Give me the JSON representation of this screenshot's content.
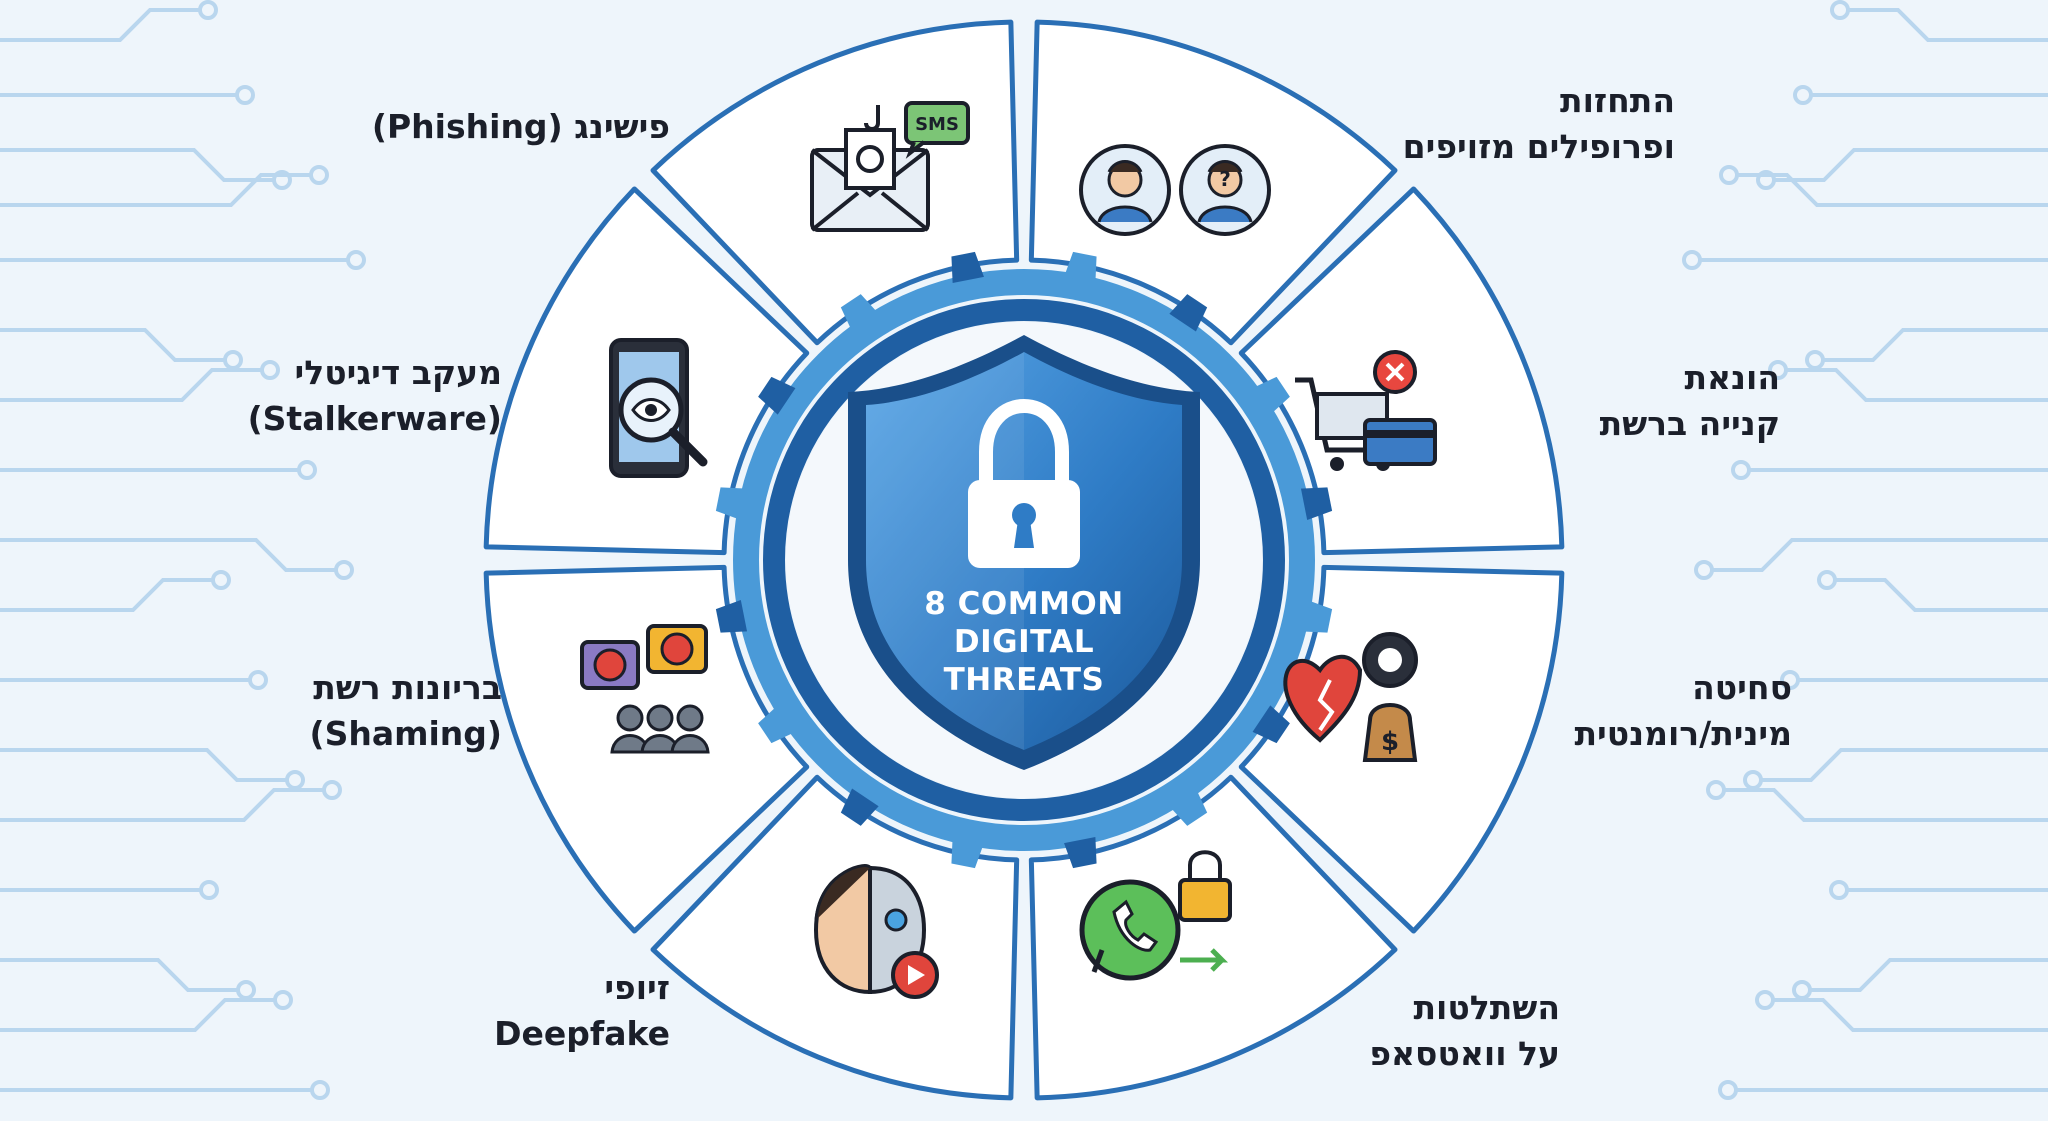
{
  "center": {
    "title_lines": [
      "8 COMMON",
      "DIGITAL",
      "THREATS"
    ]
  },
  "threats": [
    {
      "id": "phishing",
      "label_lines": [
        "פישינג (Phishing)"
      ],
      "icon": "envelope-hook-sms-icon",
      "sms_text": "SMS"
    },
    {
      "id": "impersonation",
      "label_lines": [
        "התחזות",
        "ופרופילים מזויפים"
      ],
      "icon": "fake-profiles-icon"
    },
    {
      "id": "shopping-fraud",
      "label_lines": [
        "הונאת",
        "קנייה ברשת"
      ],
      "icon": "shopping-cart-card-icon"
    },
    {
      "id": "sextortion",
      "label_lines": [
        "סחיטה",
        "מינית/רומנטית"
      ],
      "icon": "broken-heart-money-icon"
    },
    {
      "id": "whatsapp-takeover",
      "label_lines": [
        "השתלטות",
        "על וואטסאפ"
      ],
      "icon": "whatsapp-lock-icon"
    },
    {
      "id": "deepfake",
      "label_lines": [
        "זיופי",
        "Deepfake"
      ],
      "icon": "human-robot-face-icon"
    },
    {
      "id": "shaming",
      "label_lines": [
        "בריונות רשת",
        "(Shaming)"
      ],
      "icon": "angry-chat-people-icon"
    },
    {
      "id": "stalkerware",
      "label_lines": [
        "מעקב דיגיטלי",
        "(Stalkerware)"
      ],
      "icon": "phone-eye-magnifier-icon"
    }
  ],
  "colors": {
    "background": "#eef5fb",
    "ring_dark": "#1f5fa3",
    "ring_light": "#4a9ad8",
    "shield_main": "#2f7cc6",
    "shield_edge": "#1a4f8a",
    "segment_stroke": "#2a6fb5",
    "circuit": "#b9d6ee",
    "text": "#1b1f2a"
  }
}
